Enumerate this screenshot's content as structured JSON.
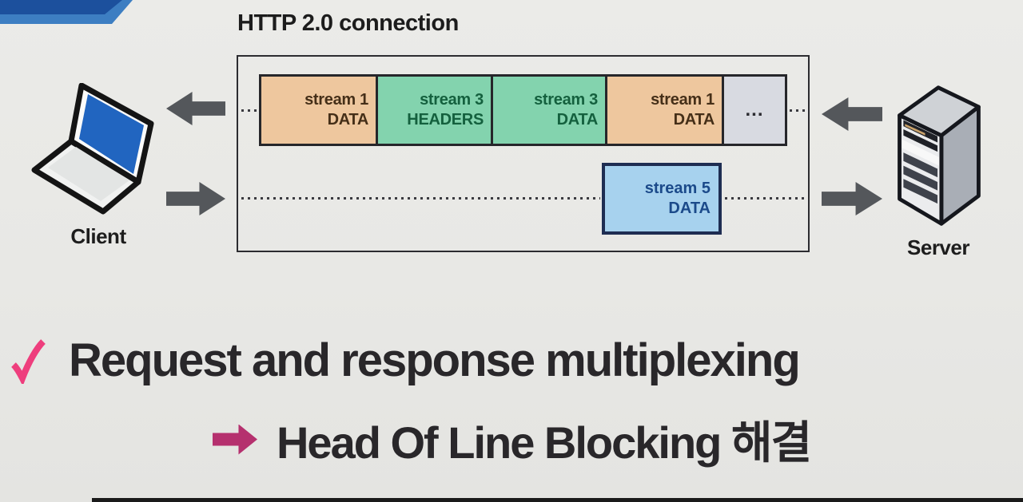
{
  "diagram": {
    "title": "HTTP 2.0 connection",
    "client_label": "Client",
    "server_label": "Server",
    "row1_blocks": [
      {
        "line1": "stream 1",
        "line2": "DATA",
        "style": "orange"
      },
      {
        "line1": "stream 3",
        "line2": "HEADERS",
        "style": "green"
      },
      {
        "line1": "stream 3",
        "line2": "DATA",
        "style": "green"
      },
      {
        "line1": "stream 1",
        "line2": "DATA",
        "style": "orange"
      },
      {
        "line1": "...",
        "line2": "",
        "style": "gray"
      }
    ],
    "row2_block": {
      "line1": "stream 5",
      "line2": "DATA",
      "style": "blue"
    }
  },
  "bullets": [
    {
      "marker": "check-icon",
      "text": "Request and response multiplexing"
    },
    {
      "marker": "arrow-right-icon",
      "text": "Head Of Line Blocking 해결"
    }
  ],
  "colors": {
    "stream_orange": "#eec79e",
    "stream_green": "#83d3ae",
    "stream_blue": "#a7d2ee",
    "ellipsis_gray": "#d8dae1",
    "accent_check_pink": "#ee3e7d",
    "accent_arrow_magenta": "#b5306e",
    "transfer_arrow_gray": "#54575b",
    "banner_blue_dark": "#1c509d",
    "banner_blue_light": "#3d7ec2"
  }
}
